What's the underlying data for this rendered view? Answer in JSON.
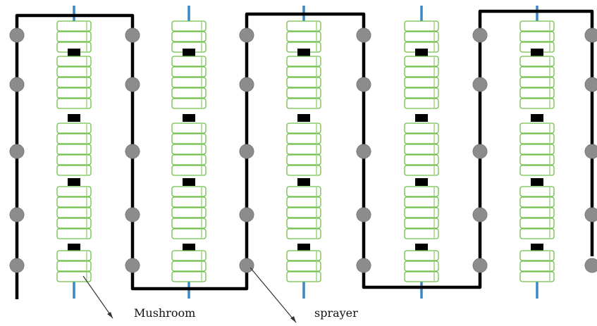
{
  "labels": {
    "mushroom": "Mushroom",
    "sprayer": "sprayer"
  },
  "colors": {
    "pipe": "#000000",
    "sprayer": "#8c8c8c",
    "log_outline": "#6fbf4a",
    "log_fill": "#ffffff",
    "connector": "#000000",
    "post": "#3b86c4",
    "pointer": "#333333"
  },
  "layout_description": {
    "mushroom_columns": 5,
    "sprayer_rows": 5,
    "pipe_runs": 6
  }
}
